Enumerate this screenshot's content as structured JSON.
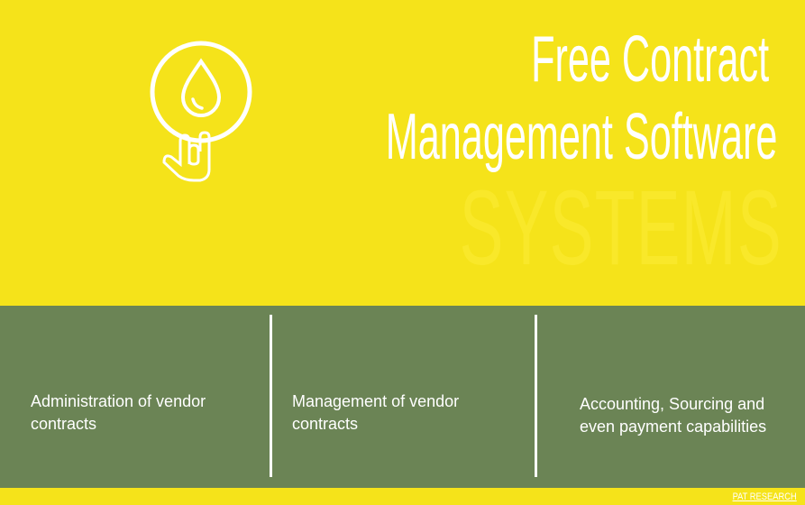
{
  "title": {
    "line1": "Free Contract",
    "line2": "Management Software",
    "watermark": "SYSTEMS"
  },
  "features": [
    "Administration of vendor contracts",
    "Management of vendor contracts",
    "Accounting, Sourcing and even payment capabilities"
  ],
  "credit": "PAT RESEARCH",
  "colors": {
    "yellow": "#f5e31a",
    "green": "#6b8455"
  }
}
